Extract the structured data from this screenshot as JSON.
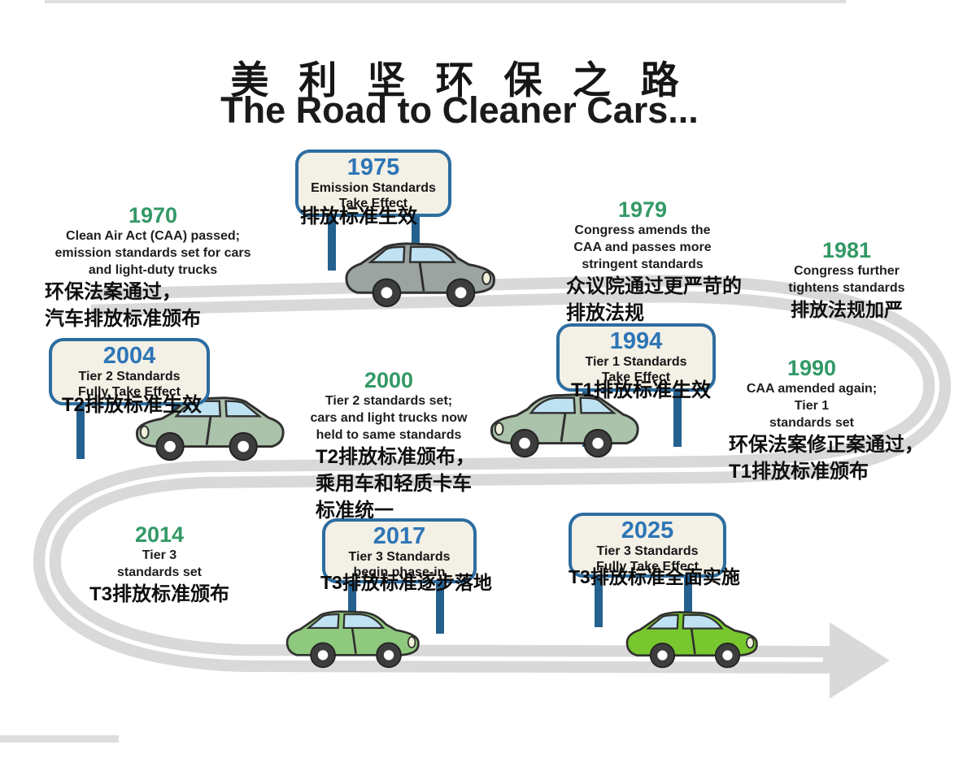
{
  "title": {
    "zh": "美 利 坚 环 保 之 路",
    "en": "The Road to Cleaner Cars..."
  },
  "colors": {
    "year_green": "#339966",
    "year_blue": "#2e75b6",
    "sign_border": "#2c6da0",
    "sign_fill": "#f3f0e6",
    "post_blue": "#25618f",
    "road_gray": "#d9d9d9",
    "window_blue": "#bfe2f2",
    "car_1975": "#9ba4a0",
    "car_1994": "#abc2ab",
    "car_2004": "#abc2ab",
    "car_2017": "#8fc97e",
    "car_2025": "#79c72f"
  },
  "milestones": [
    {
      "year": "1970",
      "style": "note",
      "en_lines": [
        "Clean Air Act (CAA) passed;",
        "emission standards set for cars",
        "and light-duty trucks"
      ],
      "zh_lines": [
        "环保法案通过，",
        "汽车排放标准颁布"
      ]
    },
    {
      "year": "1975",
      "style": "sign",
      "en_lines": [
        "Emission Standards",
        "Take Effect"
      ],
      "zh_lines": [
        "排放标准生效"
      ]
    },
    {
      "year": "1979",
      "style": "note",
      "en_lines": [
        "Congress amends the",
        "CAA and passes more",
        "stringent standards"
      ],
      "zh_lines": [
        "众议院通过更严苛的",
        "排放法规"
      ]
    },
    {
      "year": "1981",
      "style": "note",
      "en_lines": [
        "Congress further",
        "tightens standards"
      ],
      "zh_lines": [
        "排放法规加严"
      ]
    },
    {
      "year": "1990",
      "style": "note",
      "en_lines": [
        "CAA amended again;",
        "Tier 1",
        "standards set"
      ],
      "zh_lines": [
        "环保法案修正案通过，",
        "T1排放标准颁布"
      ]
    },
    {
      "year": "1994",
      "style": "sign",
      "en_lines": [
        "Tier 1 Standards",
        "Take Effect"
      ],
      "zh_lines": [
        "T1排放标准生效"
      ]
    },
    {
      "year": "2000",
      "style": "note",
      "en_lines": [
        "Tier 2 standards set;",
        "cars and light trucks now",
        "held to same standards"
      ],
      "zh_lines": [
        "T2排放标准颁布，",
        "乘用车和轻质卡车",
        "标准统一"
      ]
    },
    {
      "year": "2004",
      "style": "sign",
      "en_lines": [
        "Tier 2 Standards",
        "Fully Take Effect"
      ],
      "zh_lines": [
        "T2排放标准生效"
      ]
    },
    {
      "year": "2014",
      "style": "note",
      "en_lines": [
        "Tier 3",
        "standards set"
      ],
      "zh_lines": [
        "T3排放标准颁布"
      ]
    },
    {
      "year": "2017",
      "style": "sign",
      "en_lines": [
        "Tier 3 Standards",
        "begin phase-in"
      ],
      "zh_lines": [
        "T3排放标准逐步落地"
      ]
    },
    {
      "year": "2025",
      "style": "sign",
      "en_lines": [
        "Tier 3 Standards",
        "Fully Take Effect"
      ],
      "zh_lines": [
        "T3排放标准全面实施"
      ]
    }
  ]
}
